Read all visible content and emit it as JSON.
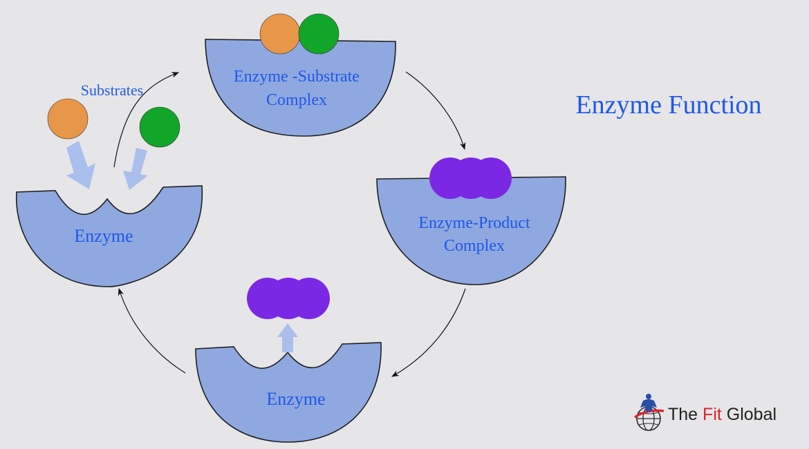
{
  "title": "Enzyme Function",
  "labels": {
    "substrates": "Substrates",
    "enzyme_left": "Enzyme",
    "es_complex_line1": "Enzyme -Substrate",
    "es_complex_line2": "Complex",
    "ep_complex_line1": "Enzyme-Product",
    "ep_complex_line2": "Complex",
    "enzyme_bottom": "Enzyme"
  },
  "brand": {
    "part1": "The",
    "part2": "Fit",
    "part3": "Global"
  },
  "colors": {
    "background": "#e6e6e8",
    "enzyme": "#8fa8df",
    "substrate_a": "#e8964a",
    "substrate_b": "#11a52a",
    "product": "#7b28e4",
    "label_text": "#1f57e8",
    "hint_arrow": "#aabfec"
  }
}
